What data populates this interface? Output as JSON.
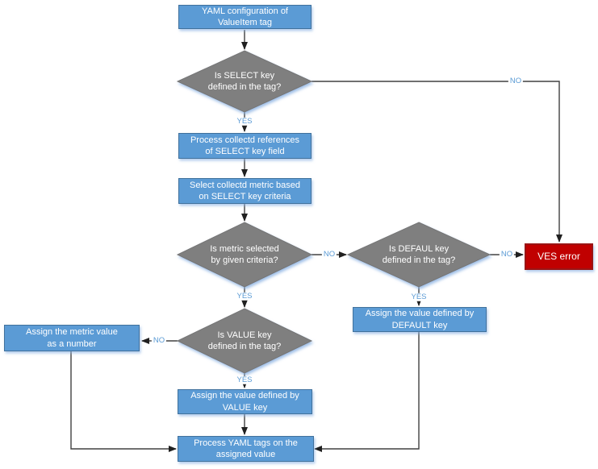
{
  "diagram": {
    "nodes": {
      "yaml_config": {
        "label": "YAML configuration of\nValueItem tag"
      },
      "process_references": {
        "label": "Process collectd references\nof SELECT key field"
      },
      "select_metric": {
        "label": "Select collectd metric based\non SELECT key criteria"
      },
      "assign_default": {
        "label": "Assign the value defined by\nDEFAULT key"
      },
      "assign_metric": {
        "label": "Assign the metric value\nas a number"
      },
      "assign_value": {
        "label": "Assign the value defined by\nVALUE key"
      },
      "process_yaml": {
        "label": "Process YAML tags on the\nassigned value"
      },
      "ves_error": {
        "label": "VES error"
      }
    },
    "decisions": {
      "select_key": {
        "label": "Is SELECT key\ndefined in the tag?"
      },
      "metric_selected": {
        "label": "Is metric selected\nby given criteria?"
      },
      "default_key": {
        "label": "Is DEFAUL key\ndefined in the tag?"
      },
      "value_key": {
        "label": "Is VALUE key\ndefined in the tag?"
      }
    },
    "edges": [
      {
        "from": "yaml_config",
        "to": "select_key",
        "label": ""
      },
      {
        "from": "select_key",
        "to": "process_references",
        "label": "YES"
      },
      {
        "from": "select_key",
        "to": "ves_error",
        "label": "NO"
      },
      {
        "from": "process_references",
        "to": "select_metric",
        "label": ""
      },
      {
        "from": "select_metric",
        "to": "metric_selected",
        "label": ""
      },
      {
        "from": "metric_selected",
        "to": "default_key",
        "label": "NO"
      },
      {
        "from": "metric_selected",
        "to": "value_key",
        "label": "YES"
      },
      {
        "from": "default_key",
        "to": "ves_error",
        "label": "NO"
      },
      {
        "from": "default_key",
        "to": "assign_default",
        "label": "YES"
      },
      {
        "from": "value_key",
        "to": "assign_metric",
        "label": "NO"
      },
      {
        "from": "value_key",
        "to": "assign_value",
        "label": "YES"
      },
      {
        "from": "assign_value",
        "to": "process_yaml",
        "label": ""
      },
      {
        "from": "assign_metric",
        "to": "process_yaml",
        "label": ""
      },
      {
        "from": "assign_default",
        "to": "process_yaml",
        "label": ""
      }
    ],
    "colors": {
      "process_fill": "#5B9BD5",
      "process_border": "#41719C",
      "decision_fill": "#7F7F7F",
      "error_fill": "#C00000",
      "error_border": "#9A1515",
      "connector": "#404040",
      "edge_label_text": "#5B9BD5"
    }
  }
}
